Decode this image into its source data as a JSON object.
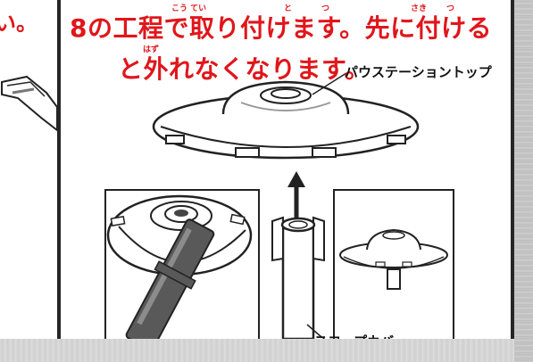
{
  "left_fragment": "い。",
  "instruction": {
    "line1": "8の工程で取り付けます。先に付ける",
    "line2": "と外れなくなります。",
    "ruby": {
      "koutei": "こう てい",
      "to": "と",
      "tsu1": "つ",
      "saki": "さき",
      "tsu2": "つ",
      "hazu": "はず"
    }
  },
  "labels": {
    "top_part": "パウステーショントップ",
    "cover": "スコープカバー"
  },
  "colors": {
    "accent": "#e0161b",
    "ink": "#222222",
    "gray_strip": "#d3d3d3"
  }
}
